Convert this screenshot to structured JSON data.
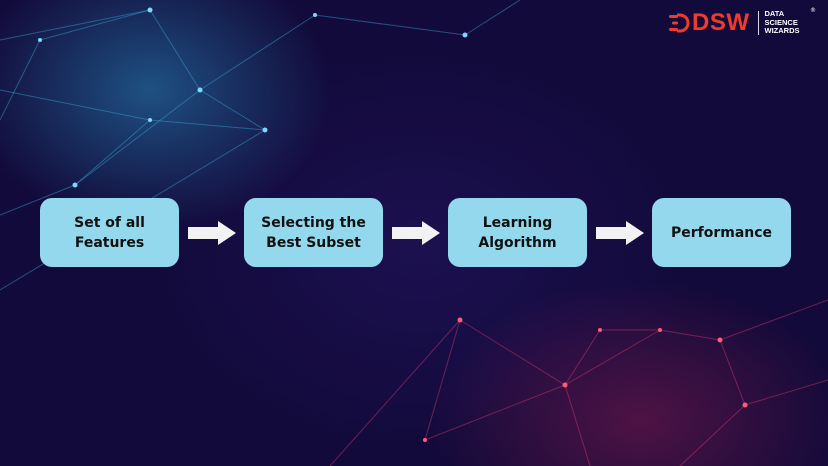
{
  "logo": {
    "brand": "DSW",
    "sub_line1": "DATA",
    "sub_line2": "SCIENCE",
    "sub_line3": "WIZARDS",
    "registered": "®"
  },
  "flow": {
    "steps": [
      {
        "label": "Set of all\nFeatures"
      },
      {
        "label": "Selecting the\nBest Subset"
      },
      {
        "label": "Learning\nAlgorithm"
      },
      {
        "label": "Performance"
      }
    ]
  },
  "colors": {
    "box_fill": "#93d8ec",
    "box_text": "#111111",
    "arrow": "#f2f2f2",
    "brand_red": "#ef3b2d"
  }
}
